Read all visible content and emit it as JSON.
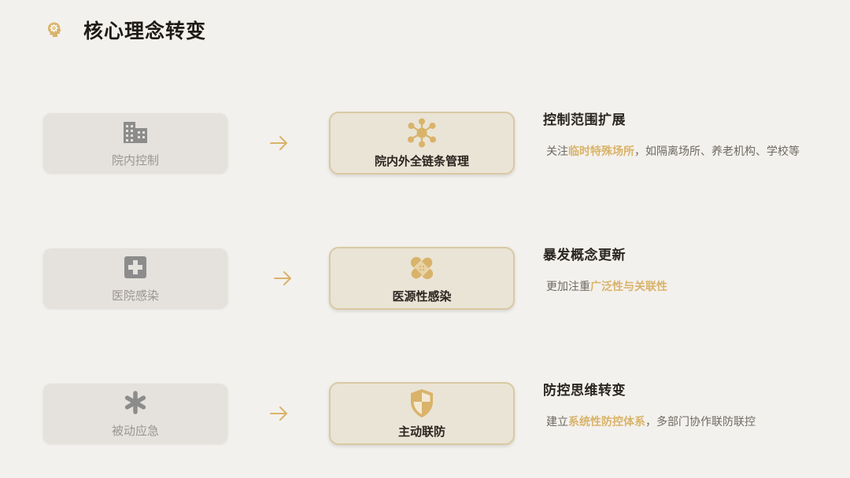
{
  "header": {
    "title": "核心理念转变",
    "icon": "lightbulb-gear-icon"
  },
  "colors": {
    "accent": "#d9b36a",
    "old_icon": "#8c8c8c",
    "background": "#f3f1ed"
  },
  "rows": [
    {
      "old": {
        "label": "院内控制",
        "icon": "building-icon"
      },
      "new": {
        "label": "院内外全链条管理",
        "icon": "network-nodes-icon"
      },
      "desc": {
        "title": "控制范围扩展",
        "prefix": "关注",
        "highlight": "临时特殊场所",
        "suffix": "，如隔离场所、养老机构、学校等"
      }
    },
    {
      "old": {
        "label": "医院感染",
        "icon": "medical-cross-icon"
      },
      "new": {
        "label": "医源性感染",
        "icon": "bandage-icon"
      },
      "desc": {
        "title": "暴发概念更新",
        "prefix": "更加注重",
        "highlight": "广泛性与关联性",
        "suffix": ""
      }
    },
    {
      "old": {
        "label": "被动应急",
        "icon": "asterisk-icon"
      },
      "new": {
        "label": "主动联防",
        "icon": "shield-icon"
      },
      "desc": {
        "title": "防控思维转变",
        "prefix": "建立",
        "highlight": "系统性防控体系",
        "suffix": "，多部门协作联防联控"
      }
    }
  ]
}
